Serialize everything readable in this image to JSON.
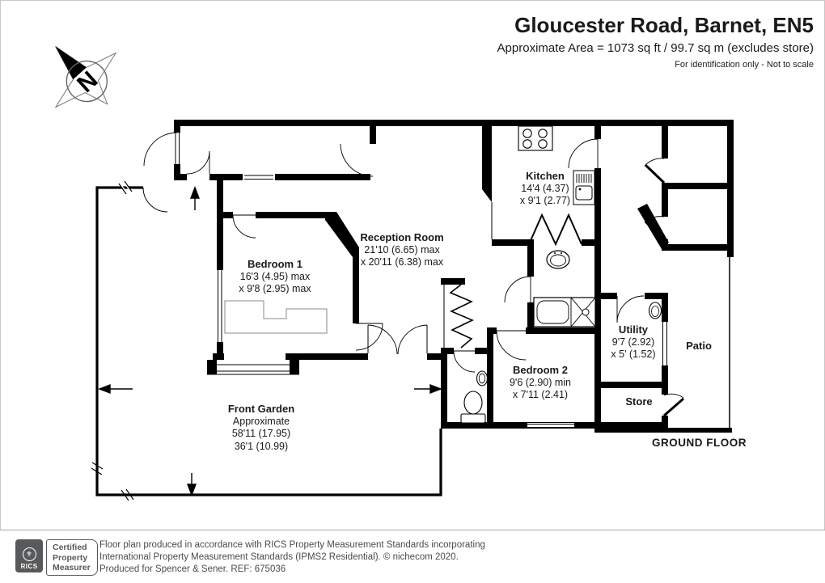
{
  "header": {
    "title": "Gloucester Road, Barnet, EN5",
    "area_line": "Approximate Area = 1073 sq ft / 99.7 sq m (excludes store)",
    "note": "For identification only - Not to scale"
  },
  "compass": {
    "label": "N"
  },
  "plan": {
    "floor_label": "GROUND FLOOR",
    "rooms": [
      {
        "name": "Kitchen",
        "dim1": "14'4 (4.37)",
        "dim2": "x 9'1 (2.77)"
      },
      {
        "name": "Reception Room",
        "dim1": "21'10 (6.65) max",
        "dim2": "x 20'11 (6.38) max"
      },
      {
        "name": "Bedroom 1",
        "dim1": "16'3 (4.95) max",
        "dim2": "x 9'8 (2.95) max"
      },
      {
        "name": "Bedroom 2",
        "dim1": "9'6 (2.90) min",
        "dim2": "x 7'11 (2.41)"
      },
      {
        "name": "Utility",
        "dim1": "9'7 (2.92)",
        "dim2": "x 5' (1.52)"
      },
      {
        "name": "Front Garden",
        "dim1": "Approximate",
        "dim2": "58'11 (17.95)",
        "dim3": "36'1 (10.99)"
      },
      {
        "name": "Patio"
      },
      {
        "name": "Store"
      }
    ]
  },
  "footer": {
    "logo_text": "RICS",
    "badge_line1": "Certified",
    "badge_line2": "Property",
    "badge_line3": "Measurer",
    "disclaimer1": "Floor plan produced in accordance with RICS Property Measurement Standards incorporating",
    "disclaimer2": "International Property Measurement Standards (IPMS2 Residential).   © nichecom 2020.",
    "disclaimer3": "Produced for  Spencer & Sener.   REF:  675036"
  },
  "colors": {
    "wall": "#000000",
    "badge_gray": "#58595b",
    "boundary": "#000000"
  }
}
